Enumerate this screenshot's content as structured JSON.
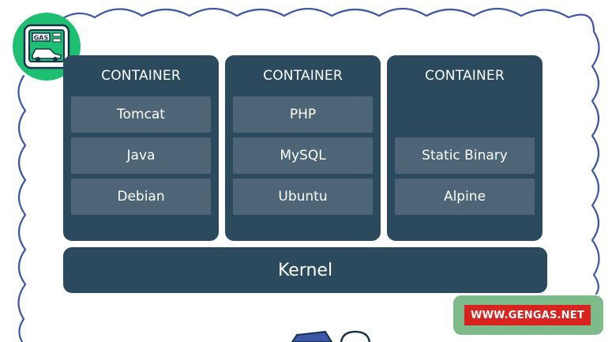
{
  "logo": {
    "text": "GAS"
  },
  "containers": [
    {
      "title": "CONTAINER",
      "layers": [
        "Tomcat",
        "Java",
        "Debian"
      ]
    },
    {
      "title": "CONTAINER",
      "layers": [
        "PHP",
        "MySQL",
        "Ubuntu"
      ]
    },
    {
      "title": "CONTAINER",
      "layers": [
        "",
        "Static Binary",
        "Alpine"
      ]
    }
  ],
  "kernel": {
    "label": "Kernel"
  },
  "site": {
    "label": "WWW.GENGAS.NET"
  },
  "colors": {
    "box": "#2b4a5e",
    "layer": "#4d6577",
    "cloud_outline": "#3d57a8",
    "logo_green": "#1fbf73",
    "site_bg": "#7fba8a",
    "site_label": "#d9231e"
  }
}
